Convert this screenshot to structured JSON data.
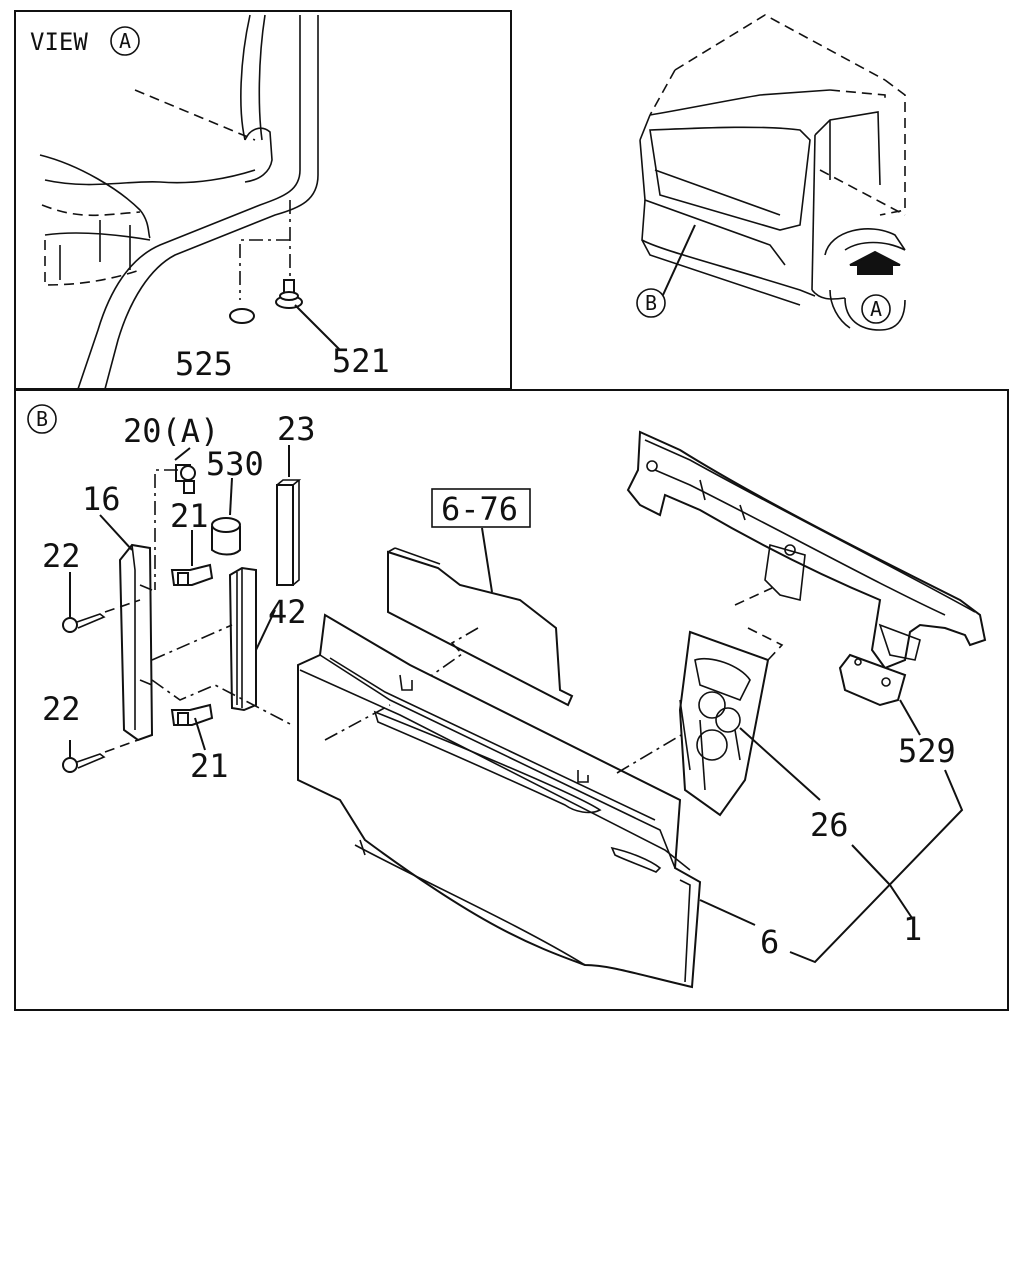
{
  "view_a": {
    "title": "VIEW",
    "title_marker": "A",
    "callouts": {
      "c525": "525",
      "c521": "521"
    }
  },
  "truck": {
    "marker_b": "B",
    "marker_a": "A"
  },
  "section_b": {
    "marker": "B",
    "callouts": {
      "c20a": "20(A)",
      "c530": "530",
      "c23": "23",
      "c16": "16",
      "c21_top": "21",
      "c22_top": "22",
      "c42": "42",
      "c22_bottom": "22",
      "c21_bottom": "21",
      "c6_76": "6-76",
      "c529": "529",
      "c26": "26",
      "c1": "1",
      "c6": "6"
    }
  }
}
